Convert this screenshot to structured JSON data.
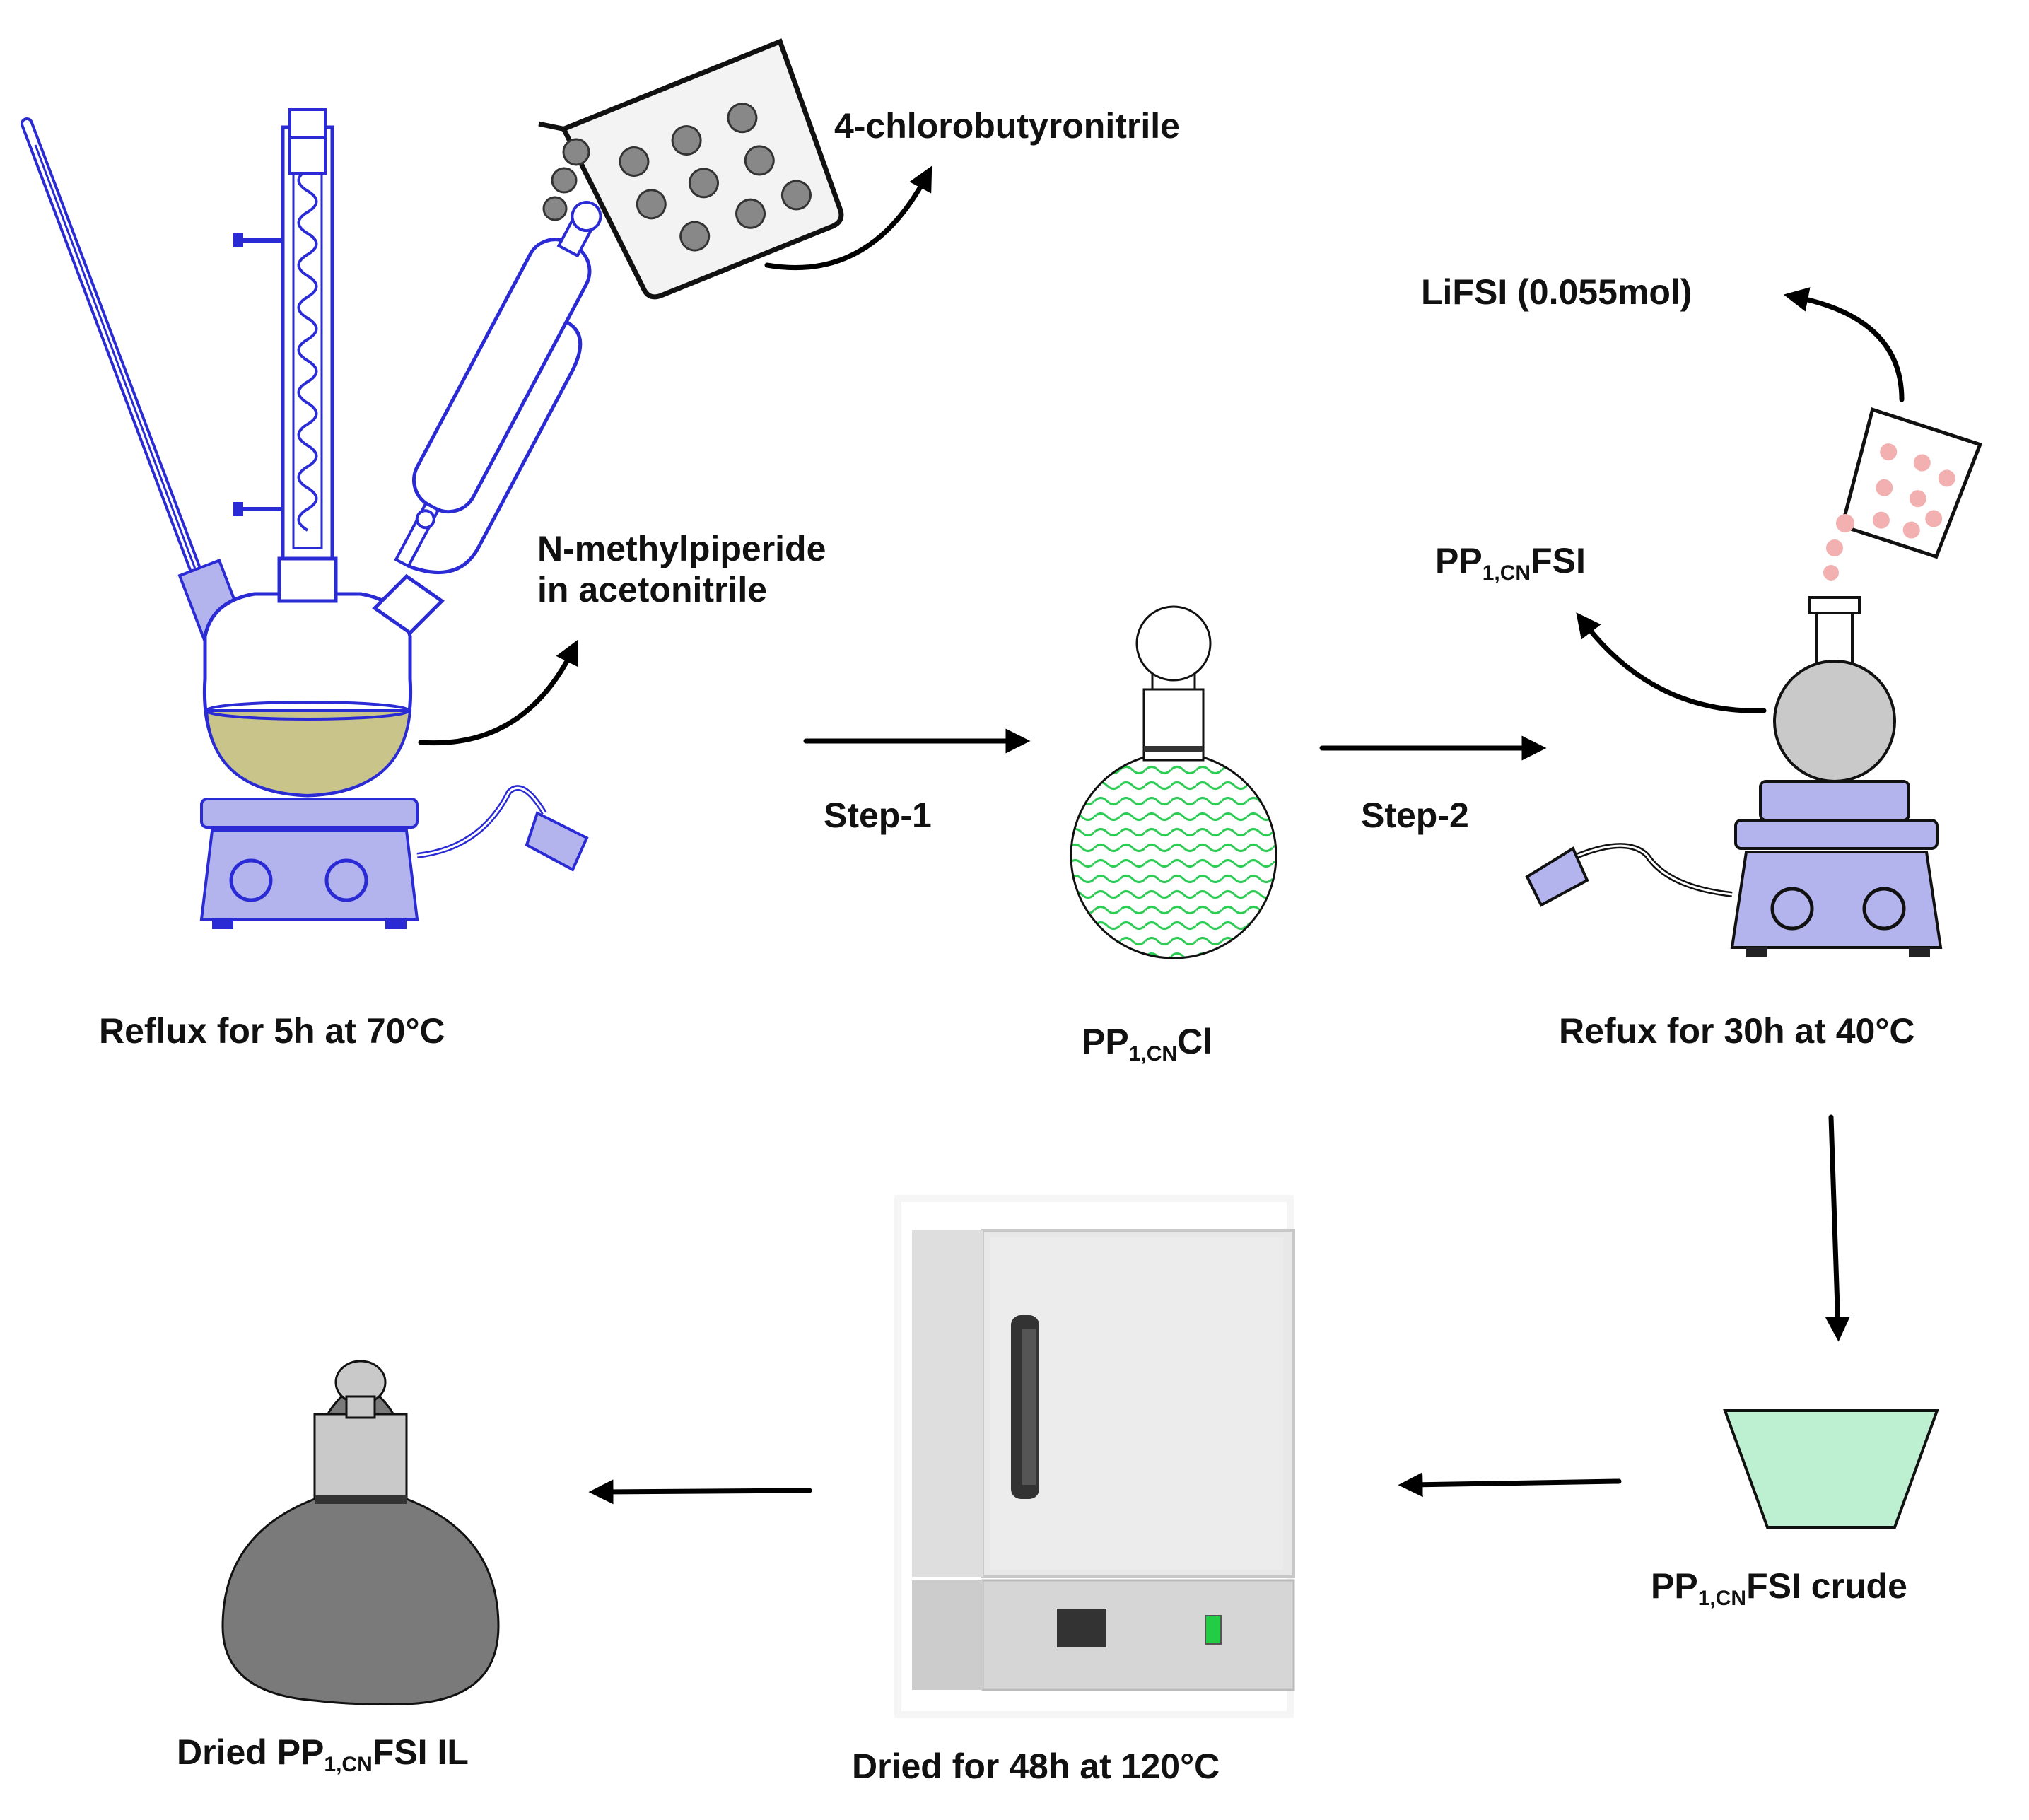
{
  "labels": {
    "chlorobutyronitrile": "4-chlorobutyronitrile",
    "lifsi": "LiFSI (0.055mol)",
    "n_methylpiperide_line1": "N-methylpiperide",
    "n_methylpiperide_line2": "in acetonitrile",
    "step1": "Step-1",
    "step2": "Step-2",
    "reflux1": "Reflux for 5h at 70°C",
    "reflux2": "Refux for 30h at 40°C",
    "dried_oven": "Dried for 48h at 120°C",
    "pp_cl": {
      "main": "PP",
      "sub": "1,CN",
      "tail": "Cl"
    },
    "pp_fsi": {
      "main": "PP",
      "sub": "1,CN",
      "tail": "FSI"
    },
    "pp_fsi_crude": {
      "main": "PP",
      "sub": "1,CN",
      "tail": "FSI crude"
    },
    "dried_il": {
      "pre": "Dried PP",
      "sub": "1,CN",
      "tail": "FSI IL"
    }
  },
  "colors": {
    "glass_outline": "#2b2bd6",
    "stirrer_body": "#b3b3ee",
    "liquid_yellow": "#c9c48a",
    "wave_green": "#2ecc55",
    "crude_green": "#bdf0d0",
    "pellets_pink": "#f3b0b0",
    "pellets_gray": "#888888",
    "flask_gray": "#c9c9c9",
    "flask_dark": "#7a7a7a",
    "oven_body": "#ececec",
    "oven_switch": "#22cc44",
    "arrow": "#000000"
  }
}
